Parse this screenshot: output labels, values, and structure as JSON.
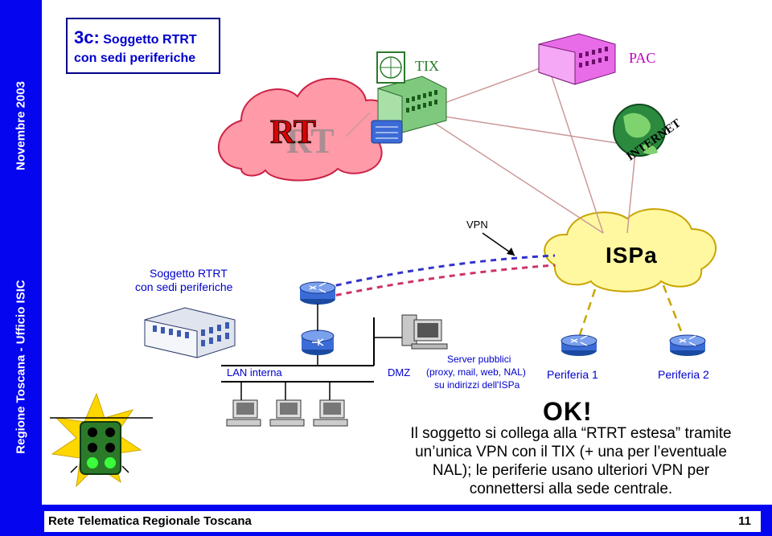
{
  "sidebar": {
    "date_text": "Novembre 2003",
    "org_text": "Regione Toscana - Ufficio ISIC"
  },
  "header": {
    "title_prefix": "3c:",
    "title_line1": "Soggetto RTRT",
    "title_line2": "con sedi periferiche"
  },
  "diagram": {
    "rt_logo_text": "RT",
    "tix_label": "TIX",
    "pac_label": "PAC",
    "internet_label": "INTERNET",
    "vpn_label": "VPN",
    "ispa_label": "ISPa",
    "subject_label_line1": "Soggetto RTRT",
    "subject_label_line2": "con sedi periferiche",
    "lan_label": "LAN interna",
    "dmz_label": "DMZ",
    "server_line1": "Server pubblici",
    "server_line2": "(proxy, mail, web, NAL)",
    "server_line3": "su indirizzi dell'ISPa",
    "periferia1_label": "Periferia 1",
    "periferia2_label": "Periferia 2",
    "ok_text": "OK!",
    "description": "Il soggetto si collega alla “RTRT estesa” tramite un’unica VPN con il TIX (+ una per l’eventuale NAL); le periferie usano ulteriori VPN per connettersi alla sede centrale."
  },
  "footer": {
    "title": "Rete Telematica Regionale Toscana",
    "page_number": "11"
  },
  "colors": {
    "sidebar_blue": "#0505f0",
    "cloud_red": "#ff9aa8",
    "cloud_yellow": "#fff8a0",
    "title_blue": "#0000cc"
  }
}
